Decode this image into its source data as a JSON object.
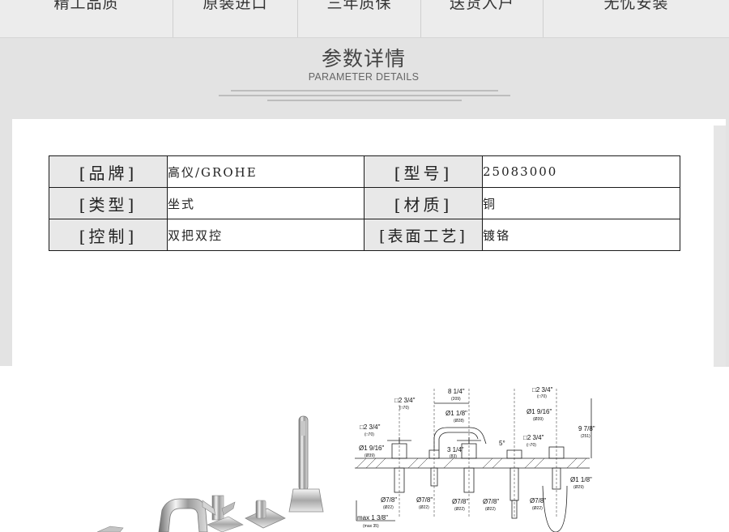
{
  "features": [
    "精工品质",
    "原装进口",
    "三年质保",
    "送货入户",
    "无忧安装"
  ],
  "section": {
    "title": "参数详情",
    "subtitle": "PARAMETER DETAILS"
  },
  "params": {
    "brand_label": "[品牌]",
    "brand_value": "高仪/GROHE",
    "model_label": "[型号]",
    "model_value": "25083000",
    "type_label": "[类型]",
    "type_value": "坐式",
    "material_label": "[材质]",
    "material_value": "铜",
    "control_label": "[控制]",
    "control_value": "双把双控",
    "finish_label": "[表面工艺]",
    "finish_value": "镀铬"
  },
  "diagram": {
    "d1": "8 1/4\"",
    "d1m": "(209)",
    "d2": "□2 3/4\"",
    "d2m": "(□70)",
    "d3": "Ø1 1/8\"",
    "d3m": "(Ø28)",
    "d4": "Ø1 9/16\"",
    "d4m": "(Ø39)",
    "d5": "9 7/8\"",
    "d5m": "(251)",
    "d6": "3 1/4\"",
    "d6m": "(83)",
    "d7": "5°",
    "d8": "Ø7/8\"",
    "d8m": "(Ø22)",
    "d9": "Ø1 1/8\"",
    "d9m": "(Ø29)",
    "d10": "max 1 3/8\"",
    "d10m": "(max 35)"
  }
}
